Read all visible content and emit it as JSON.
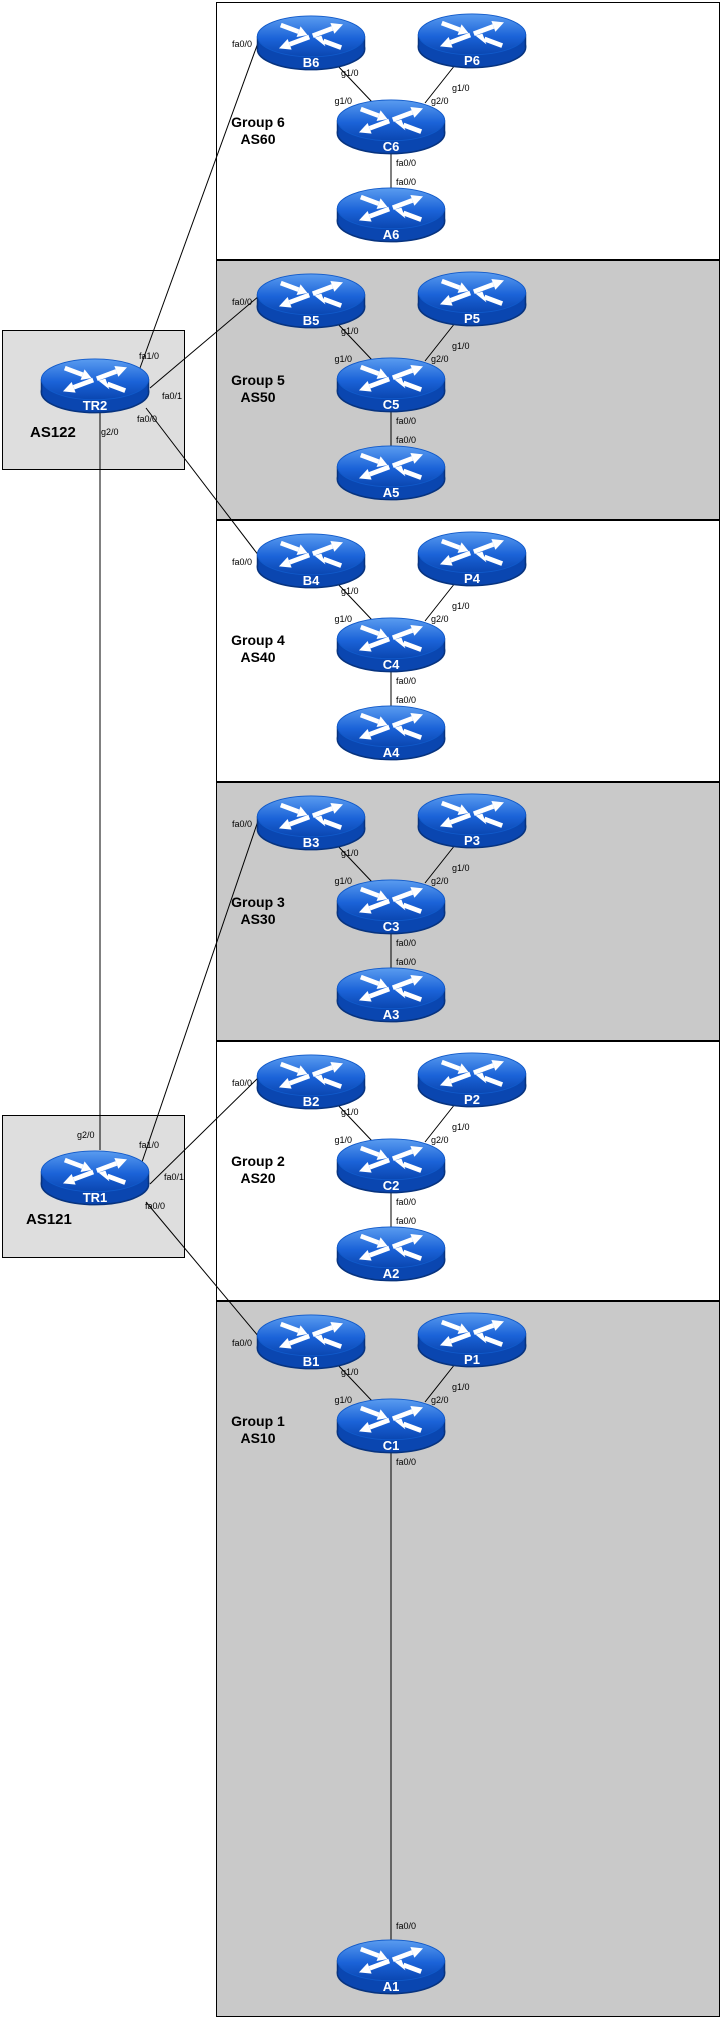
{
  "groups": [
    {
      "name": "Group 6",
      "asn": "AS60",
      "routers": {
        "b": "B6",
        "p": "P6",
        "c": "C6",
        "a": "A6"
      }
    },
    {
      "name": "Group 5",
      "asn": "AS50",
      "routers": {
        "b": "B5",
        "p": "P5",
        "c": "C5",
        "a": "A5"
      }
    },
    {
      "name": "Group 4",
      "asn": "AS40",
      "routers": {
        "b": "B4",
        "p": "P4",
        "c": "C4",
        "a": "A4"
      }
    },
    {
      "name": "Group 3",
      "asn": "AS30",
      "routers": {
        "b": "B3",
        "p": "P3",
        "c": "C3",
        "a": "A3"
      }
    },
    {
      "name": "Group 2",
      "asn": "AS20",
      "routers": {
        "b": "B2",
        "p": "P2",
        "c": "C2",
        "a": "A2"
      }
    },
    {
      "name": "Group 1",
      "asn": "AS10",
      "routers": {
        "b": "B1",
        "p": "P1",
        "c": "C1",
        "a": "A1"
      }
    }
  ],
  "transit": {
    "tr2": {
      "name": "TR2",
      "asn": "AS122",
      "if_fa10": "fa1/0",
      "if_fa01": "fa0/1",
      "if_fa00": "fa0/0",
      "if_g20": "g2/0"
    },
    "tr1": {
      "name": "TR1",
      "asn": "AS121",
      "if_fa10": "fa1/0",
      "if_fa01": "fa0/1",
      "if_fa00": "fa0/0",
      "if_g20": "g2/0"
    }
  },
  "iface": {
    "b_lan": "fa0/0",
    "b_uplink": "g1/0",
    "c_to_b": "g1/0",
    "p_uplink": "g1/0",
    "c_to_p": "g2/0",
    "c_lan": "fa0/0",
    "a_uplink": "fa0/0"
  },
  "colors": {
    "router_blue": "#0d4fc0",
    "group_gray": "#c9c9c9",
    "transit_box_gray": "#dedede"
  }
}
